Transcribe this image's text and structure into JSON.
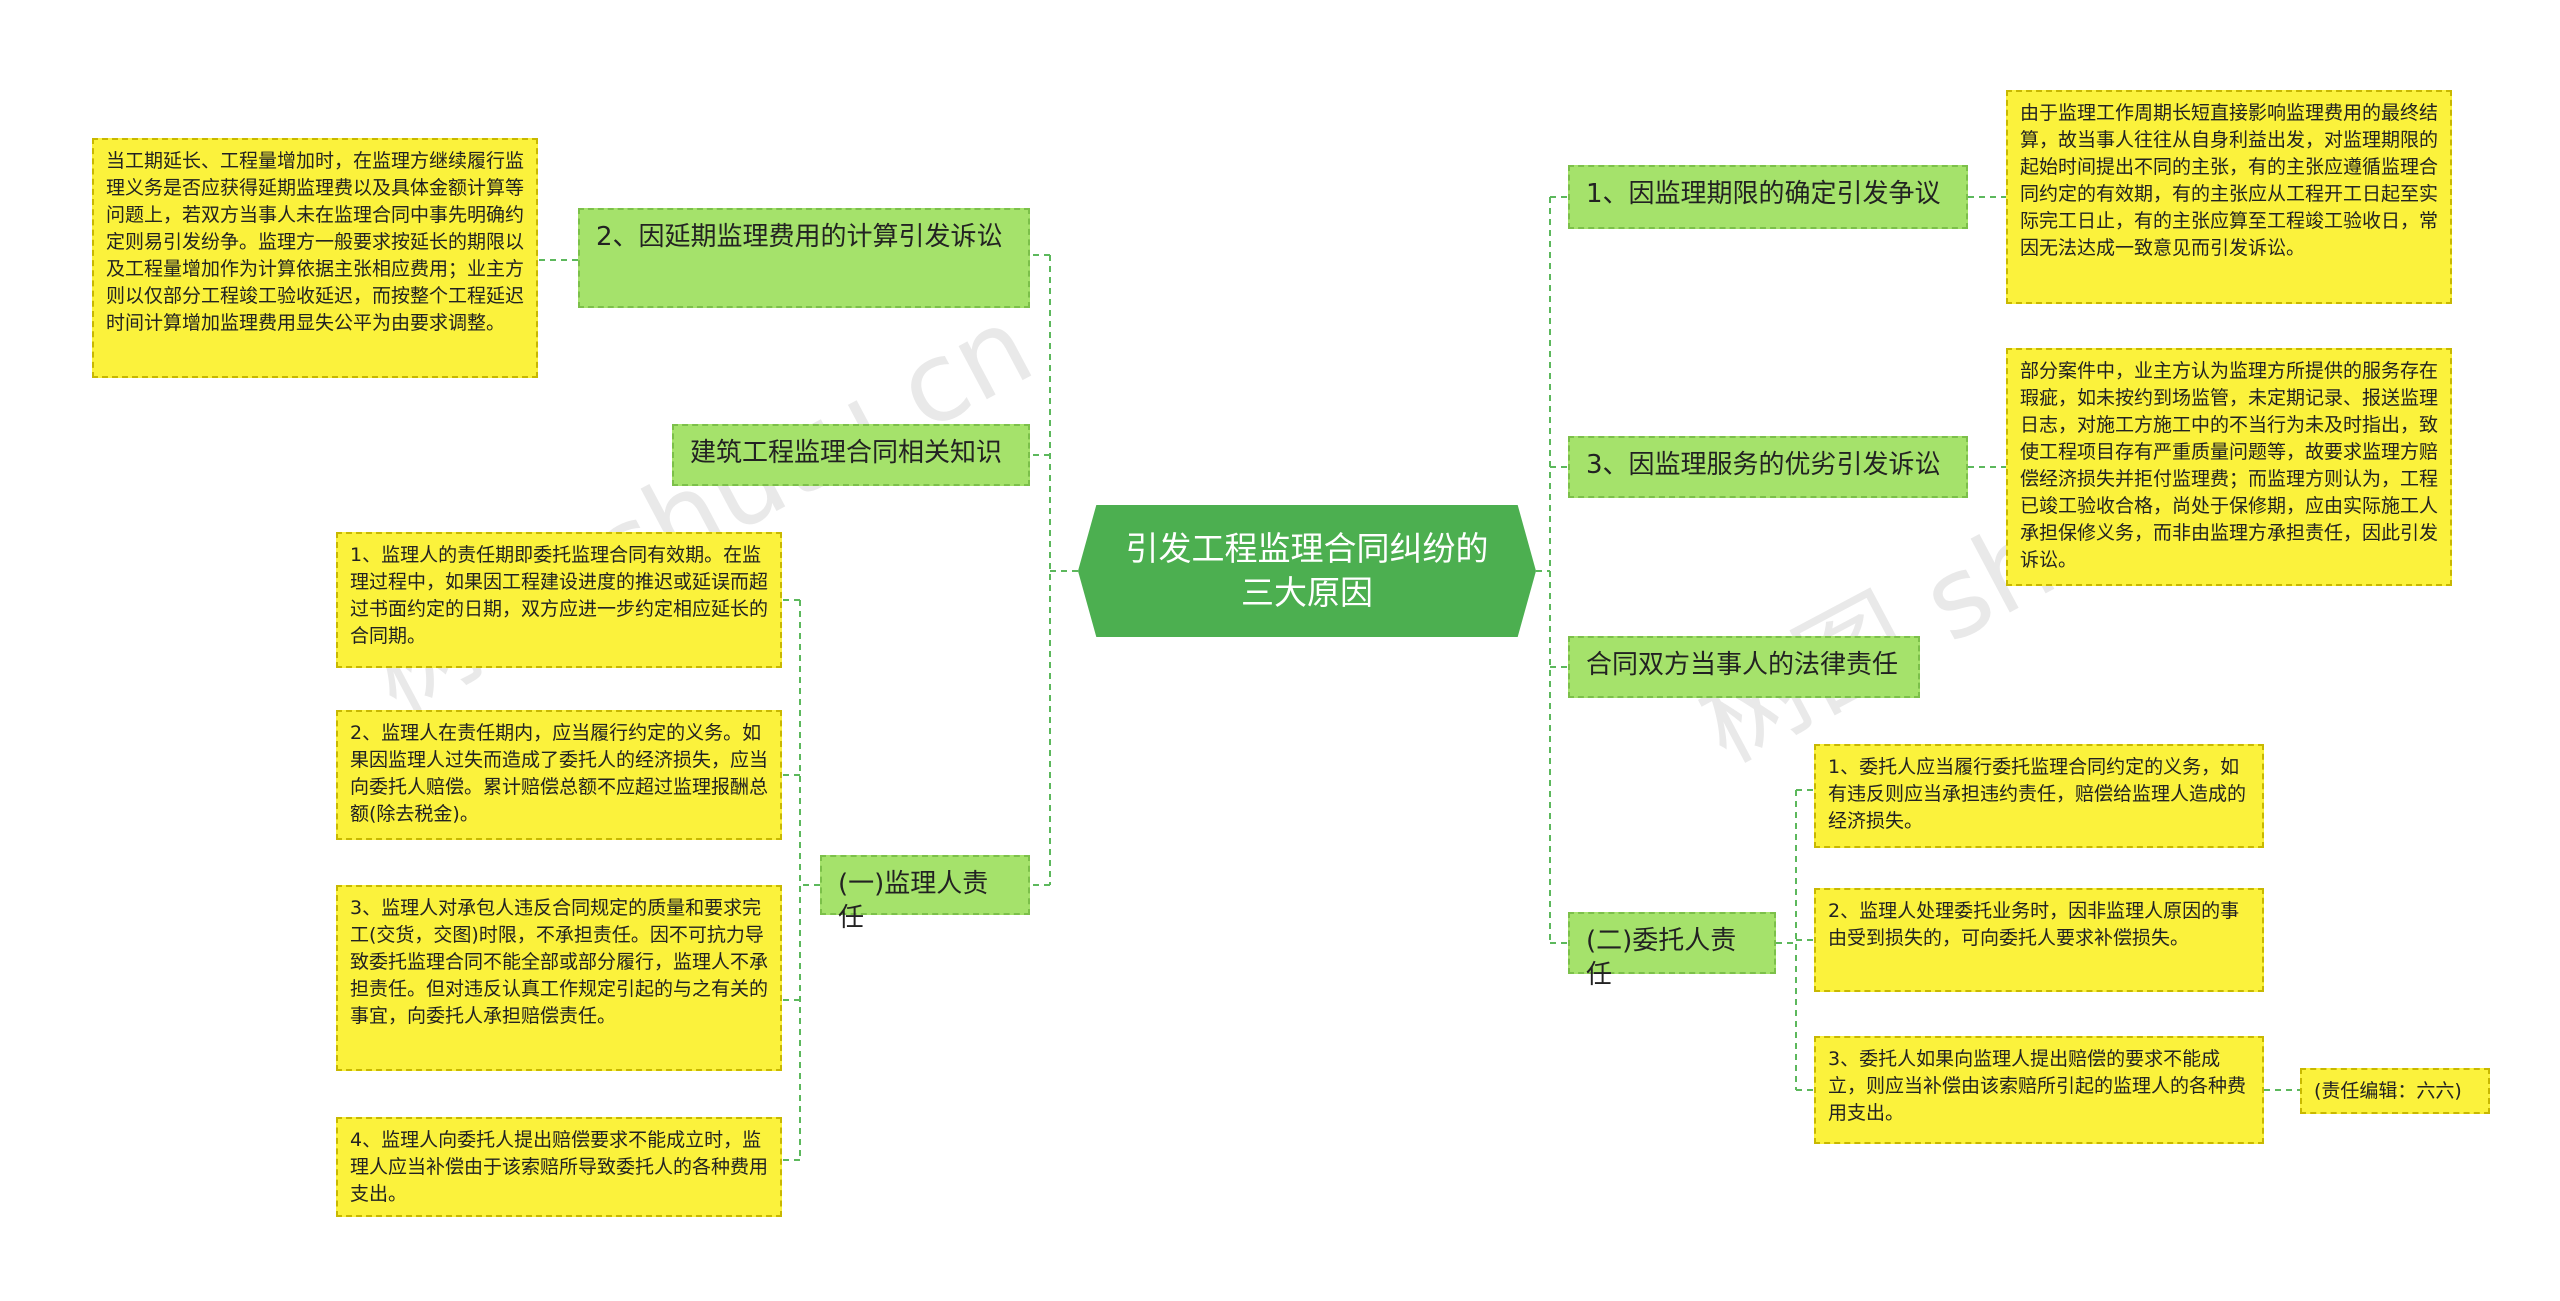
{
  "root": {
    "title": "引发工程监理合同纠纷的三大原因"
  },
  "left": {
    "branch_extension": {
      "label": "2、因延期监理费用的计算引发诉讼",
      "detail": "当工期延长、工程量增加时，在监理方继续履行监理义务是否应获得延期监理费以及具体金额计算等问题上，若双方当事人未在监理合同中事先明确约定则易引发纷争。监理方一般要求按延长的期限以及工程量增加作为计算依据主张相应费用；业主方则以仅部分工程竣工验收延迟，而按整个工程延迟时间计算增加监理费用显失公平为由要求调整。"
    },
    "branch_knowledge": {
      "label": "建筑工程监理合同相关知识"
    },
    "branch_supervisor": {
      "label": "(一)监理人责任",
      "items": [
        "1、监理人的责任期即委托监理合同有效期。在监理过程中，如果因工程建设进度的推迟或延误而超过书面约定的日期，双方应进一步约定相应延长的合同期。",
        "2、监理人在责任期内，应当履行约定的义务。如果因监理人过失而造成了委托人的经济损失，应当向委托人赔偿。累计赔偿总额不应超过监理报酬总额(除去税金)。",
        "3、监理人对承包人违反合同规定的质量和要求完工(交货，交图)时限，不承担责任。因不可抗力导致委托监理合同不能全部或部分履行，监理人不承担责任。但对违反认真工作规定引起的与之有关的事宜，向委托人承担赔偿责任。",
        "4、监理人向委托人提出赔偿要求不能成立时，监理人应当补偿由于该索赔所导致委托人的各种费用支出。"
      ]
    }
  },
  "right": {
    "branch_period": {
      "label": "1、因监理期限的确定引发争议",
      "detail": "由于监理工作周期长短直接影响监理费用的最终结算，故当事人往往从自身利益出发，对监理期限的起始时间提出不同的主张，有的主张应遵循监理合同约定的有效期，有的主张应从工程开工日起至实际完工日止，有的主张应算至工程竣工验收日，常因无法达成一致意见而引发诉讼。"
    },
    "branch_service": {
      "label": "3、因监理服务的优劣引发诉讼",
      "detail": "部分案件中，业主方认为监理方所提供的服务存在瑕疵，如未按约到场监管，未定期记录、报送监理日志，对施工方施工中的不当行为未及时指出，致使工程项目存有严重质量问题等，故要求监理方赔偿经济损失并拒付监理费；而监理方则认为，工程已竣工验收合格，尚处于保修期，应由实际施工人承担保修义务，而非由监理方承担责任，因此引发诉讼。"
    },
    "branch_legal": {
      "label": "合同双方当事人的法律责任"
    },
    "branch_client": {
      "label": "(二)委托人责任",
      "items": [
        "1、委托人应当履行委托监理合同约定的义务，如有违反则应当承担违约责任，赔偿给监理人造成的经济损失。",
        "2、监理人处理委托业务时，因非监理人原因的事由受到损失的，可向委托人要求补偿损失。",
        "3、委托人如果向监理人提出赔偿的要求不能成立，则应当补偿由该索赔所引起的监理人的各种费用支出。"
      ],
      "editor": "(责任编辑：六六)"
    }
  },
  "watermarks": [
    "树图 shutu.cn",
    "树图 shutu.cn"
  ],
  "colors": {
    "root_fill": "#4caf50",
    "branch_fill": "#a5e26b",
    "leaf_fill": "#fbf23c",
    "link": "#5cb85c"
  }
}
